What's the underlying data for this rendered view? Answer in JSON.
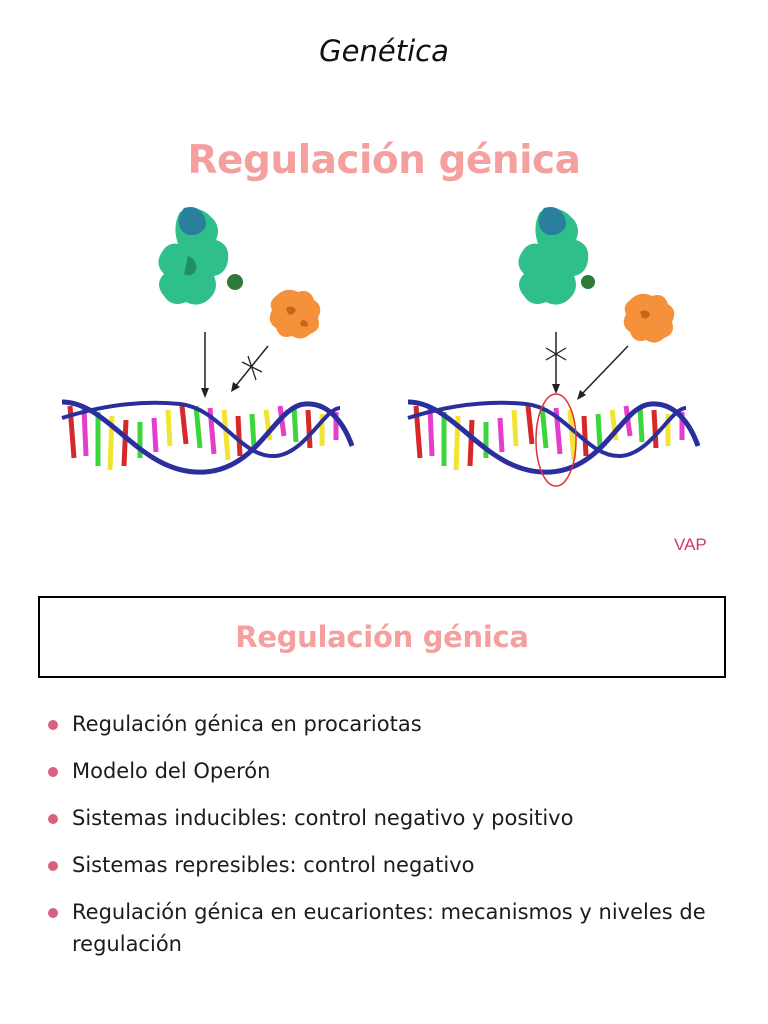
{
  "header": {
    "title": "Genética"
  },
  "slide1": {
    "title": "Regulación génica",
    "credit": "VAP"
  },
  "slide2": {
    "title": "Regulación génica",
    "bullets": [
      "Regulación génica en procariotas",
      "Modelo del Operón",
      "Sistemas inducibles: control negativo y positivo",
      "Sistemas represibles: control negativo",
      "Regulación génica en eucariontes: mecanismos y niveles de regulación"
    ]
  },
  "colors": {
    "accent_title": "#f4a09e",
    "bullet": "#d9607f",
    "credit": "#d6336c",
    "protein_repressor": "#2fbf8a",
    "protein_inducer": "#f5913a",
    "dna_backbone": "#2b2f9e"
  },
  "icons": [
    "repressor-protein-icon",
    "inducer-molecule-icon",
    "dna-helix-icon",
    "blocked-arrow-icon"
  ]
}
